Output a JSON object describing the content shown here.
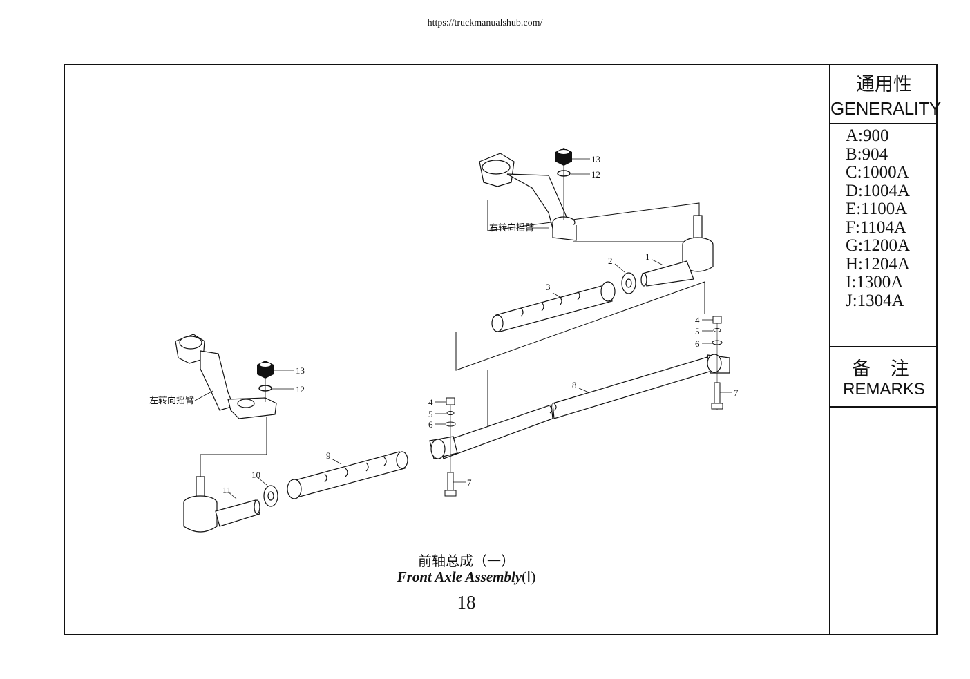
{
  "header": {
    "url": "https://truckmanualshub.com/"
  },
  "sidebar": {
    "generality_cn": "通用性",
    "generality_en": "GENERALITY",
    "models": [
      "A:900",
      "B:904",
      "C:1000A",
      "D:1004A",
      "E:1100A",
      "F:1104A",
      "G:1200A",
      "H:1204A",
      "I:1300A",
      "J:1304A"
    ],
    "remarks_cn": "备 注",
    "remarks_en": "REMARKS"
  },
  "diagram": {
    "right_arm_label": "右转向摇臂",
    "left_arm_label": "左转向摇臂",
    "callouts": {
      "c1": "1",
      "c2": "2",
      "c3": "3",
      "c4a": "4",
      "c5a": "5",
      "c6a": "6",
      "c7a": "7",
      "c4b": "4",
      "c5b": "5",
      "c6b": "6",
      "c7b": "7",
      "c8": "8",
      "c9": "9",
      "c10": "10",
      "c11": "11",
      "c12a": "12",
      "c13a": "13",
      "c12b": "12",
      "c13b": "13"
    }
  },
  "caption": {
    "title_cn": "前轴总成（一）",
    "title_en": "Front Axle Assembly",
    "title_en_suffix": "(Ⅰ)",
    "page_number": "18"
  }
}
